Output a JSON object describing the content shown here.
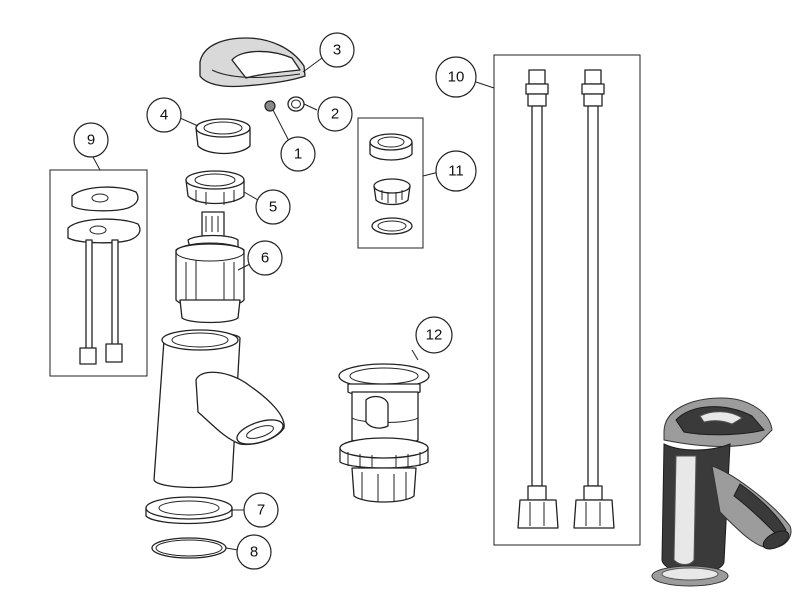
{
  "callouts": [
    {
      "id": "part-1",
      "label": "1"
    },
    {
      "id": "part-2",
      "label": "2"
    },
    {
      "id": "part-3",
      "label": "3"
    },
    {
      "id": "part-4",
      "label": "4"
    },
    {
      "id": "part-5",
      "label": "5"
    },
    {
      "id": "part-6",
      "label": "6"
    },
    {
      "id": "part-7",
      "label": "7"
    },
    {
      "id": "part-8",
      "label": "8"
    },
    {
      "id": "part-9",
      "label": "9"
    },
    {
      "id": "part-10",
      "label": "10"
    },
    {
      "id": "part-11",
      "label": "11"
    },
    {
      "id": "part-12",
      "label": "12"
    }
  ],
  "colors": {
    "line": "#222222",
    "background": "#ffffff",
    "chrome_dark": "#3a3a3a",
    "chrome_light": "#e8e8e8"
  }
}
